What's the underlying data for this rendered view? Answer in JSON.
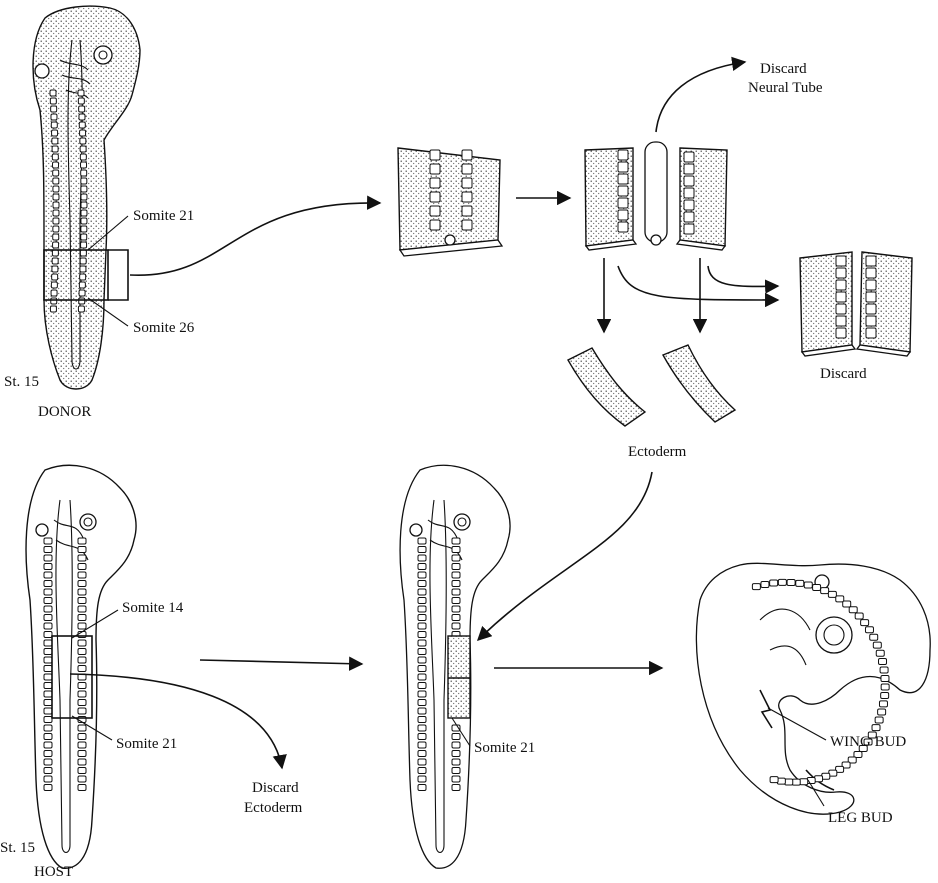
{
  "labels": {
    "discard_neural_tube_1": "Discard",
    "discard_neural_tube_2": "Neural Tube",
    "somite_21_donor": "Somite 21",
    "somite_26_donor": "Somite 26",
    "donor_stage": "St. 15",
    "donor": "DONOR",
    "discard_right": "Discard",
    "ectoderm": "Ectoderm",
    "somite_14_host": "Somite 14",
    "somite_21_host": "Somite 21",
    "discard_ectoderm_1": "Discard",
    "discard_ectoderm_2": "Ectoderm",
    "host_stage": "St. 15",
    "host": "HOST",
    "somite_21_graft": "Somite 21",
    "wing_bud": "WING BUD",
    "leg_bud": "LEG BUD"
  },
  "colors": {
    "ink": "#111111",
    "background": "#ffffff"
  }
}
